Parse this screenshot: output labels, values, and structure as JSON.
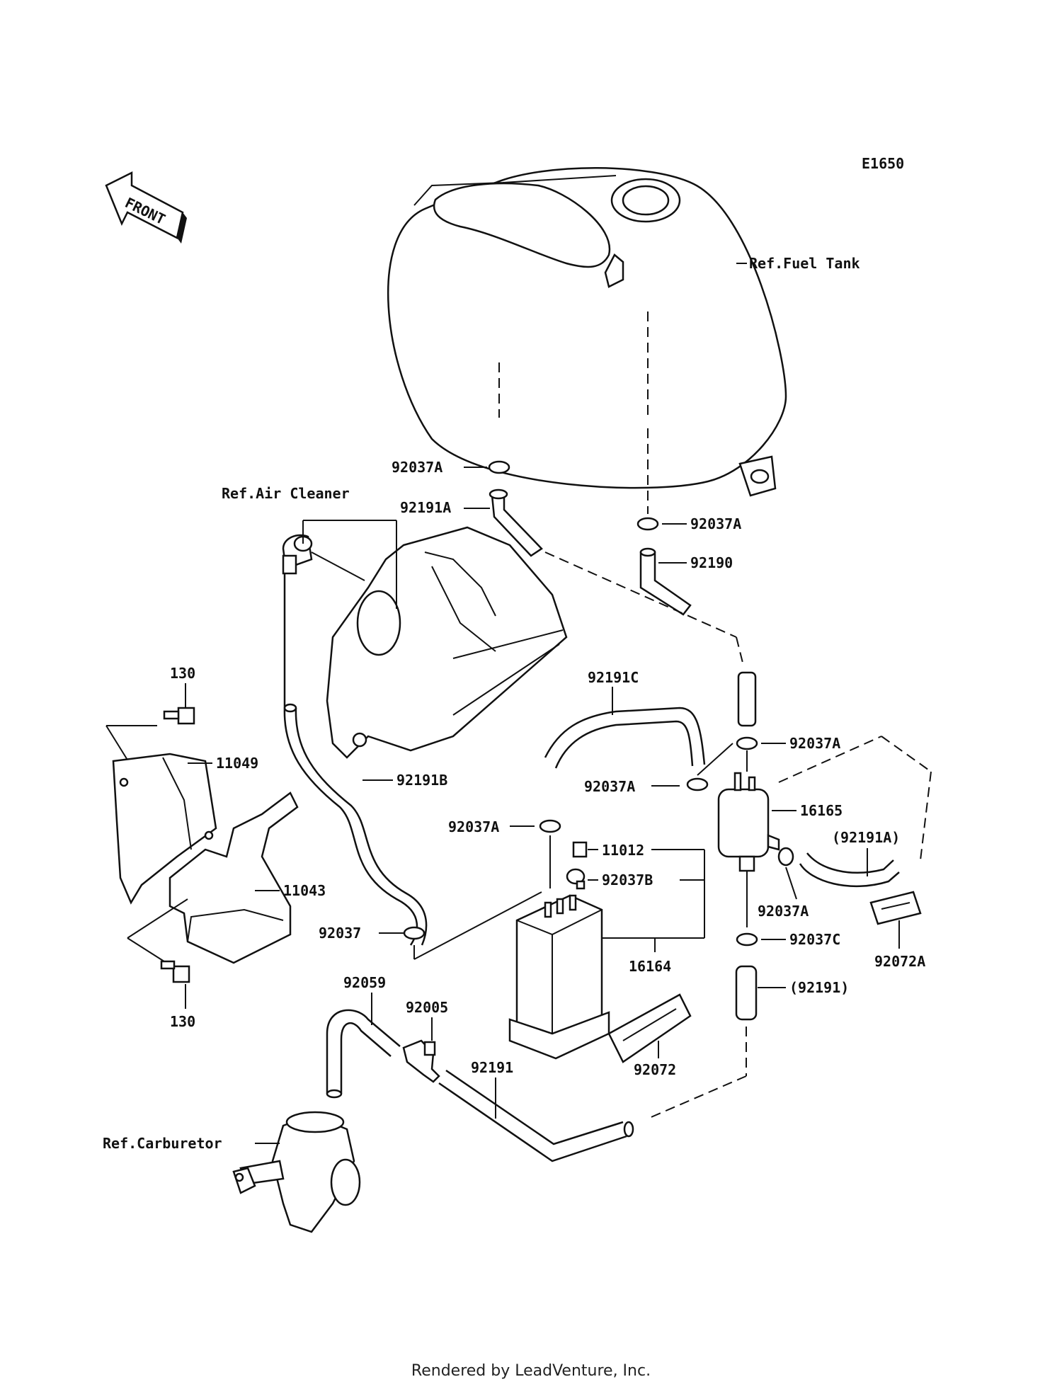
{
  "diagram_code": "E1650",
  "front_label": "FRONT",
  "references": {
    "fuel_tank": "Ref.Fuel Tank",
    "air_cleaner": "Ref.Air Cleaner",
    "carburetor": "Ref.Carburetor"
  },
  "parts": {
    "p92037A_1": "92037A",
    "p92191A": "92191A",
    "p92037A_2": "92037A",
    "p92190": "92190",
    "p130_top": "130",
    "p11049": "11049",
    "p92191C": "92191C",
    "p92037A_3": "92037A",
    "p92191B": "92191B",
    "p92037A_4": "92037A",
    "p16165": "16165",
    "p92037A_5": "92037A",
    "p11012": "11012",
    "p92191A_paren": "(92191A)",
    "p92037B": "92037B",
    "p11043": "11043",
    "p92037A_6": "92037A",
    "p92037": "92037",
    "p92037C": "92037C",
    "p92072A": "92072A",
    "p16164": "16164",
    "p92059": "92059",
    "p92191_paren": "(92191)",
    "p130_bottom": "130",
    "p92005": "92005",
    "p92191": "92191",
    "p92072": "92072"
  },
  "footer": "Rendered by LeadVenture, Inc."
}
